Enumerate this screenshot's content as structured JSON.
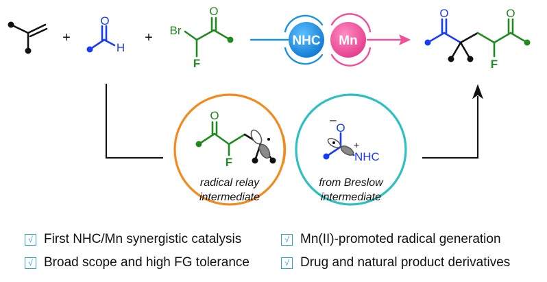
{
  "scheme": {
    "reagents": {
      "plus_sign": "+",
      "aldehyde_o": "O",
      "aldehyde_h": "H",
      "bromoketone_br": "Br",
      "bromoketone_o": "O",
      "bromoketone_f": "F"
    },
    "catalysts": {
      "nhc": "NHC",
      "mn": "Mn"
    },
    "product": {
      "o_left": "O",
      "o_right": "O",
      "f": "F"
    },
    "relay": {
      "o": "O",
      "f": "F",
      "caption_line1": "radical relay",
      "caption_line2": "intermediate"
    },
    "breslow": {
      "charge_minus": "–",
      "o": "O",
      "charge_plus": "+",
      "nhc": "NHC",
      "caption_line1": "from Breslow",
      "caption_line2": "intermediate"
    },
    "colors": {
      "blue": "#1a3cf0",
      "green": "#1f8a1f",
      "orange": "#f28a1e",
      "teal": "#2ec0c0",
      "nhc_ball": "#1a90e0",
      "mn_ball": "#ef4f9b",
      "black": "#111111"
    }
  },
  "highlights": [
    {
      "check": "√",
      "text": "First NHC/Mn synergistic catalysis"
    },
    {
      "check": "√",
      "text": "Mn(II)-promoted radical generation"
    },
    {
      "check": "√",
      "text": "Broad scope and high FG tolerance"
    },
    {
      "check": "√",
      "text": "Drug and natural product derivatives"
    }
  ]
}
